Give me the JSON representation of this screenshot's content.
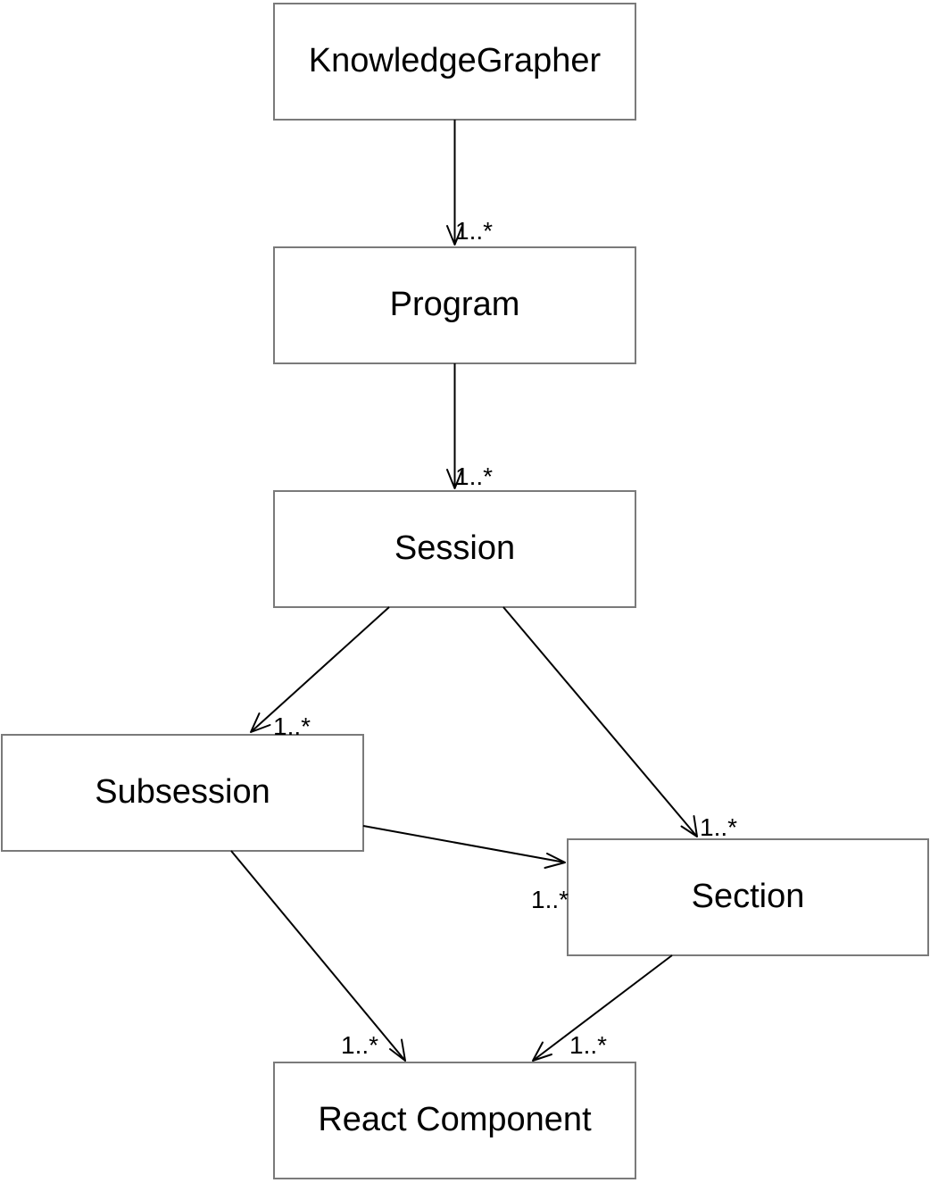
{
  "diagram": {
    "nodes": [
      {
        "id": "knowledgegrapher",
        "label": "KnowledgeGrapher"
      },
      {
        "id": "program",
        "label": "Program"
      },
      {
        "id": "session",
        "label": "Session"
      },
      {
        "id": "subsession",
        "label": "Subsession"
      },
      {
        "id": "section",
        "label": "Section"
      },
      {
        "id": "react-component",
        "label": "React Component"
      }
    ],
    "edges": [
      {
        "from": "knowledgegrapher",
        "to": "program",
        "multiplicity": "1..*"
      },
      {
        "from": "program",
        "to": "session",
        "multiplicity": "1..*"
      },
      {
        "from": "session",
        "to": "subsession",
        "multiplicity": "1..*"
      },
      {
        "from": "session",
        "to": "section",
        "multiplicity": "1..*"
      },
      {
        "from": "subsession",
        "to": "section",
        "multiplicity": "1..*"
      },
      {
        "from": "subsession",
        "to": "react-component",
        "multiplicity": "1..*"
      },
      {
        "from": "section",
        "to": "react-component",
        "multiplicity": "1..*"
      }
    ]
  }
}
